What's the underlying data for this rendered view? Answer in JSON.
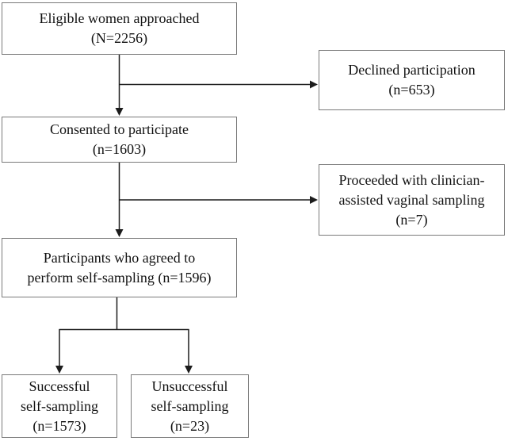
{
  "boxes": {
    "eligible": {
      "lines": [
        "Eligible women approached",
        "(N=2256)"
      ]
    },
    "declined": {
      "lines": [
        "Declined participation",
        "(n=653)"
      ]
    },
    "consented": {
      "lines": [
        "Consented to participate",
        "(n=1603)"
      ]
    },
    "clinician": {
      "lines": [
        "Proceeded with clinician-",
        "assisted vaginal sampling",
        "(n=7)"
      ]
    },
    "agreed": {
      "lines": [
        "Participants who agreed to",
        "perform self-sampling (n=1596)"
      ]
    },
    "successful": {
      "lines": [
        "Successful",
        "self-sampling",
        "(n=1573)"
      ]
    },
    "unsuccessful": {
      "lines": [
        "Unsuccessful",
        "self-sampling",
        "(n=23)"
      ]
    }
  },
  "colors": {
    "background": "#ffffff",
    "box_border": "#7a7a7a",
    "arrow": "#1c1c1c",
    "text": "#111111"
  }
}
